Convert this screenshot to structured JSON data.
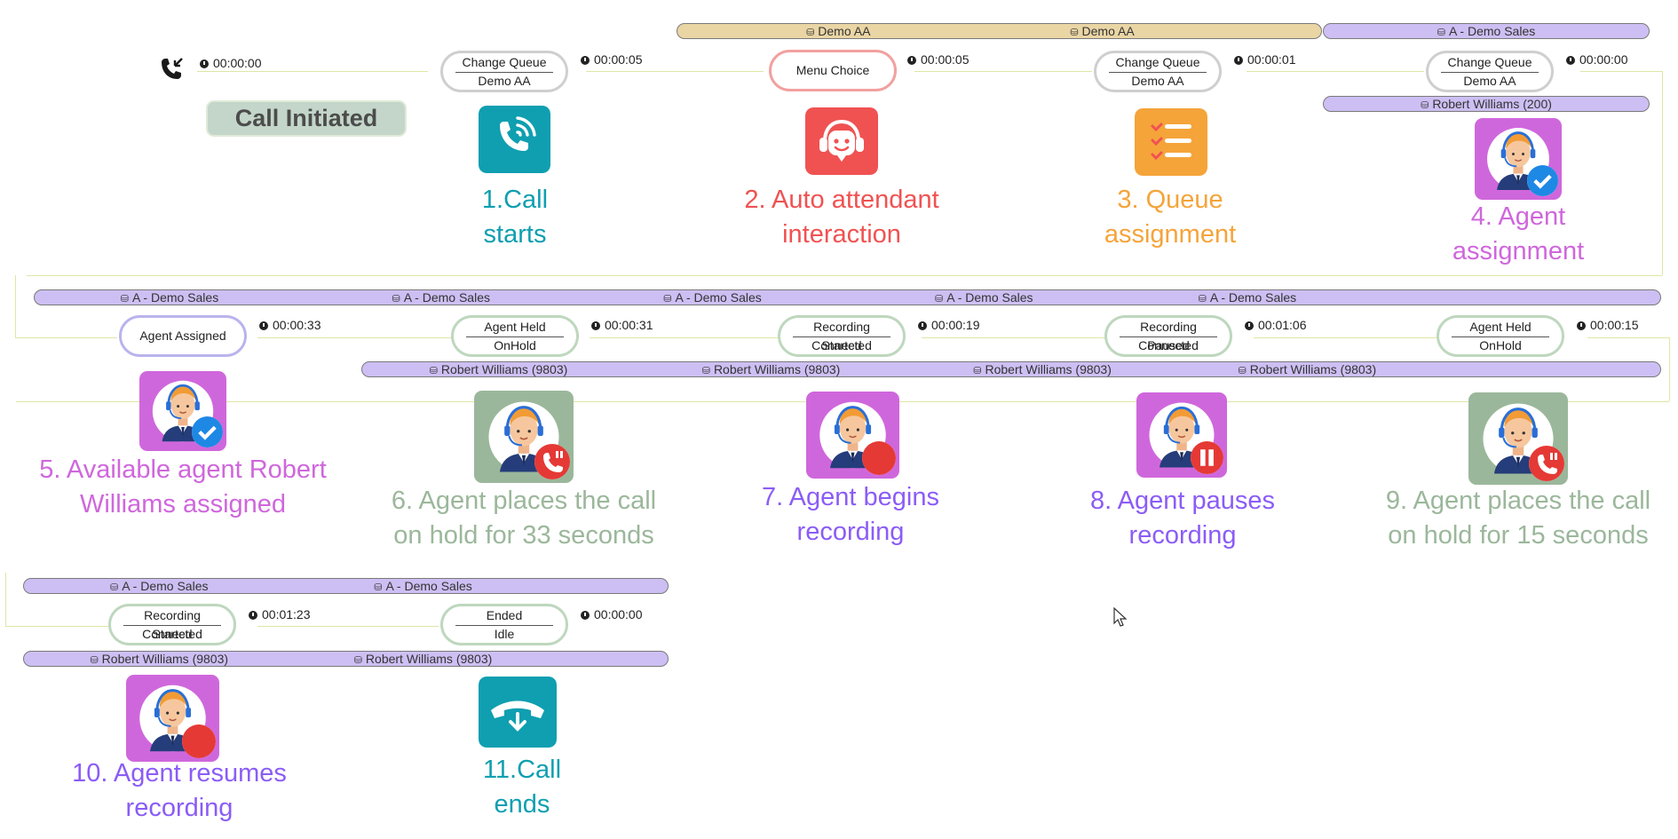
{
  "colors": {
    "teal": "#0f9fb0",
    "red": "#f05252",
    "orange": "#f5a43a",
    "magenta": "#cf67dc",
    "violet": "#8b5cf6",
    "sage": "#9bb79b",
    "tan_bar": "#ead5a5",
    "lavender_bar": "#cdbff3",
    "connector": "#dfe6a5"
  },
  "row1": {
    "bars": {
      "demo_aa_1": "Demo AA",
      "demo_aa_2": "Demo AA",
      "sales": "A - Demo Sales",
      "agent": "Robert Williams (200)"
    },
    "start_timer": "00:00:00",
    "call_initiated": "Call Initiated",
    "pills": [
      {
        "top": "Change Queue",
        "bottom": "Demo AA",
        "timer": "00:00:05"
      },
      {
        "top": "Menu Choice",
        "timer": "00:00:05"
      },
      {
        "top": "Change Queue",
        "bottom": "Demo AA",
        "timer": "00:00:01"
      },
      {
        "top": "Change Queue",
        "bottom": "Demo AA",
        "timer": "00:00:00"
      }
    ],
    "captions": [
      {
        "line1": "1.Call",
        "line2": "starts"
      },
      {
        "line1": "2. Auto attendant",
        "line2": "interaction"
      },
      {
        "line1": "3. Queue",
        "line2": "assignment"
      },
      {
        "line1": "4. Agent",
        "line2": "assignment"
      }
    ]
  },
  "row2": {
    "bars": [
      "A - Demo Sales",
      "A - Demo Sales",
      "A - Demo Sales",
      "A - Demo Sales",
      "A - Demo Sales"
    ],
    "agent_bars": [
      "Robert Williams (9803)",
      "Robert Williams (9803)",
      "Robert Williams (9803)",
      "Robert Williams (9803)"
    ],
    "pills": [
      {
        "top": "Agent Assigned",
        "timer": "00:00:33"
      },
      {
        "top": "Agent Held",
        "bottom": "OnHold",
        "timer": "00:00:31"
      },
      {
        "top": "Recording Started",
        "bottom": "Connected",
        "timer": "00:00:19"
      },
      {
        "top": "Recording Paused",
        "bottom": "Connected",
        "timer": "00:01:06"
      },
      {
        "top": "Agent Held",
        "bottom": "OnHold",
        "timer": "00:00:15"
      }
    ],
    "captions": [
      {
        "line1": "5. Available agent Robert",
        "line2": "Williams assigned"
      },
      {
        "line1": "6. Agent places the call",
        "line2": "on hold for 33 seconds"
      },
      {
        "line1": "7. Agent begins",
        "line2": "recording"
      },
      {
        "line1": "8. Agent pauses",
        "line2": "recording"
      },
      {
        "line1": "9. Agent places the call",
        "line2": "on hold for 15 seconds"
      }
    ]
  },
  "row3": {
    "bars": [
      "A - Demo Sales",
      "A - Demo Sales"
    ],
    "agent_bars": [
      "Robert Williams (9803)",
      "Robert Williams (9803)"
    ],
    "pills": [
      {
        "top": "Recording Started",
        "bottom": "Connected",
        "timer": "00:01:23"
      },
      {
        "top": "Ended",
        "bottom": "Idle",
        "timer": "00:00:00"
      }
    ],
    "captions": [
      {
        "line1": "10. Agent resumes",
        "line2": "recording"
      },
      {
        "line1": "11.Call",
        "line2": "ends"
      }
    ]
  },
  "icons": {
    "start_call": "incoming-call-icon",
    "tiles": [
      "phone-ringing-icon",
      "headset-bot-icon",
      "queue-list-icon",
      "agent-check-icon",
      "agent-check-icon",
      "agent-hold-icon",
      "agent-record-icon",
      "agent-pause-icon",
      "agent-hold-icon",
      "agent-record-icon",
      "call-end-icon"
    ]
  }
}
